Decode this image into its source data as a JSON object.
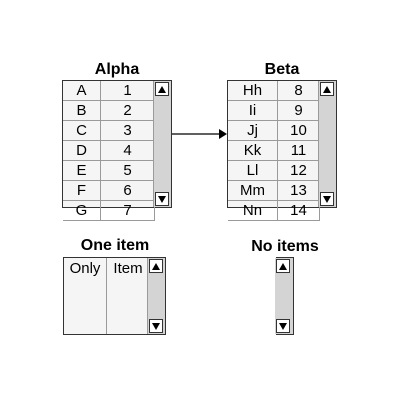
{
  "alpha": {
    "title": "Alpha",
    "rows": [
      [
        "A",
        "1"
      ],
      [
        "B",
        "2"
      ],
      [
        "C",
        "3"
      ],
      [
        "D",
        "4"
      ],
      [
        "E",
        "5"
      ],
      [
        "F",
        "6"
      ],
      [
        "G",
        "7"
      ]
    ]
  },
  "beta": {
    "title": "Beta",
    "rows": [
      [
        "Hh",
        "8"
      ],
      [
        "Ii",
        "9"
      ],
      [
        "Jj",
        "10"
      ],
      [
        "Kk",
        "11"
      ],
      [
        "Ll",
        "12"
      ],
      [
        "Mm",
        "13"
      ],
      [
        "Nn",
        "14"
      ]
    ]
  },
  "one_item": {
    "title": "One item",
    "cells": [
      "Only",
      "Item"
    ]
  },
  "no_items": {
    "title": "No items"
  },
  "colors": {
    "box_bg": "#f5f5f5",
    "scrollbar": "#d4d4d4",
    "border": "#333333"
  },
  "icons": {
    "up": "scroll-up-arrow",
    "down": "scroll-down-arrow"
  }
}
